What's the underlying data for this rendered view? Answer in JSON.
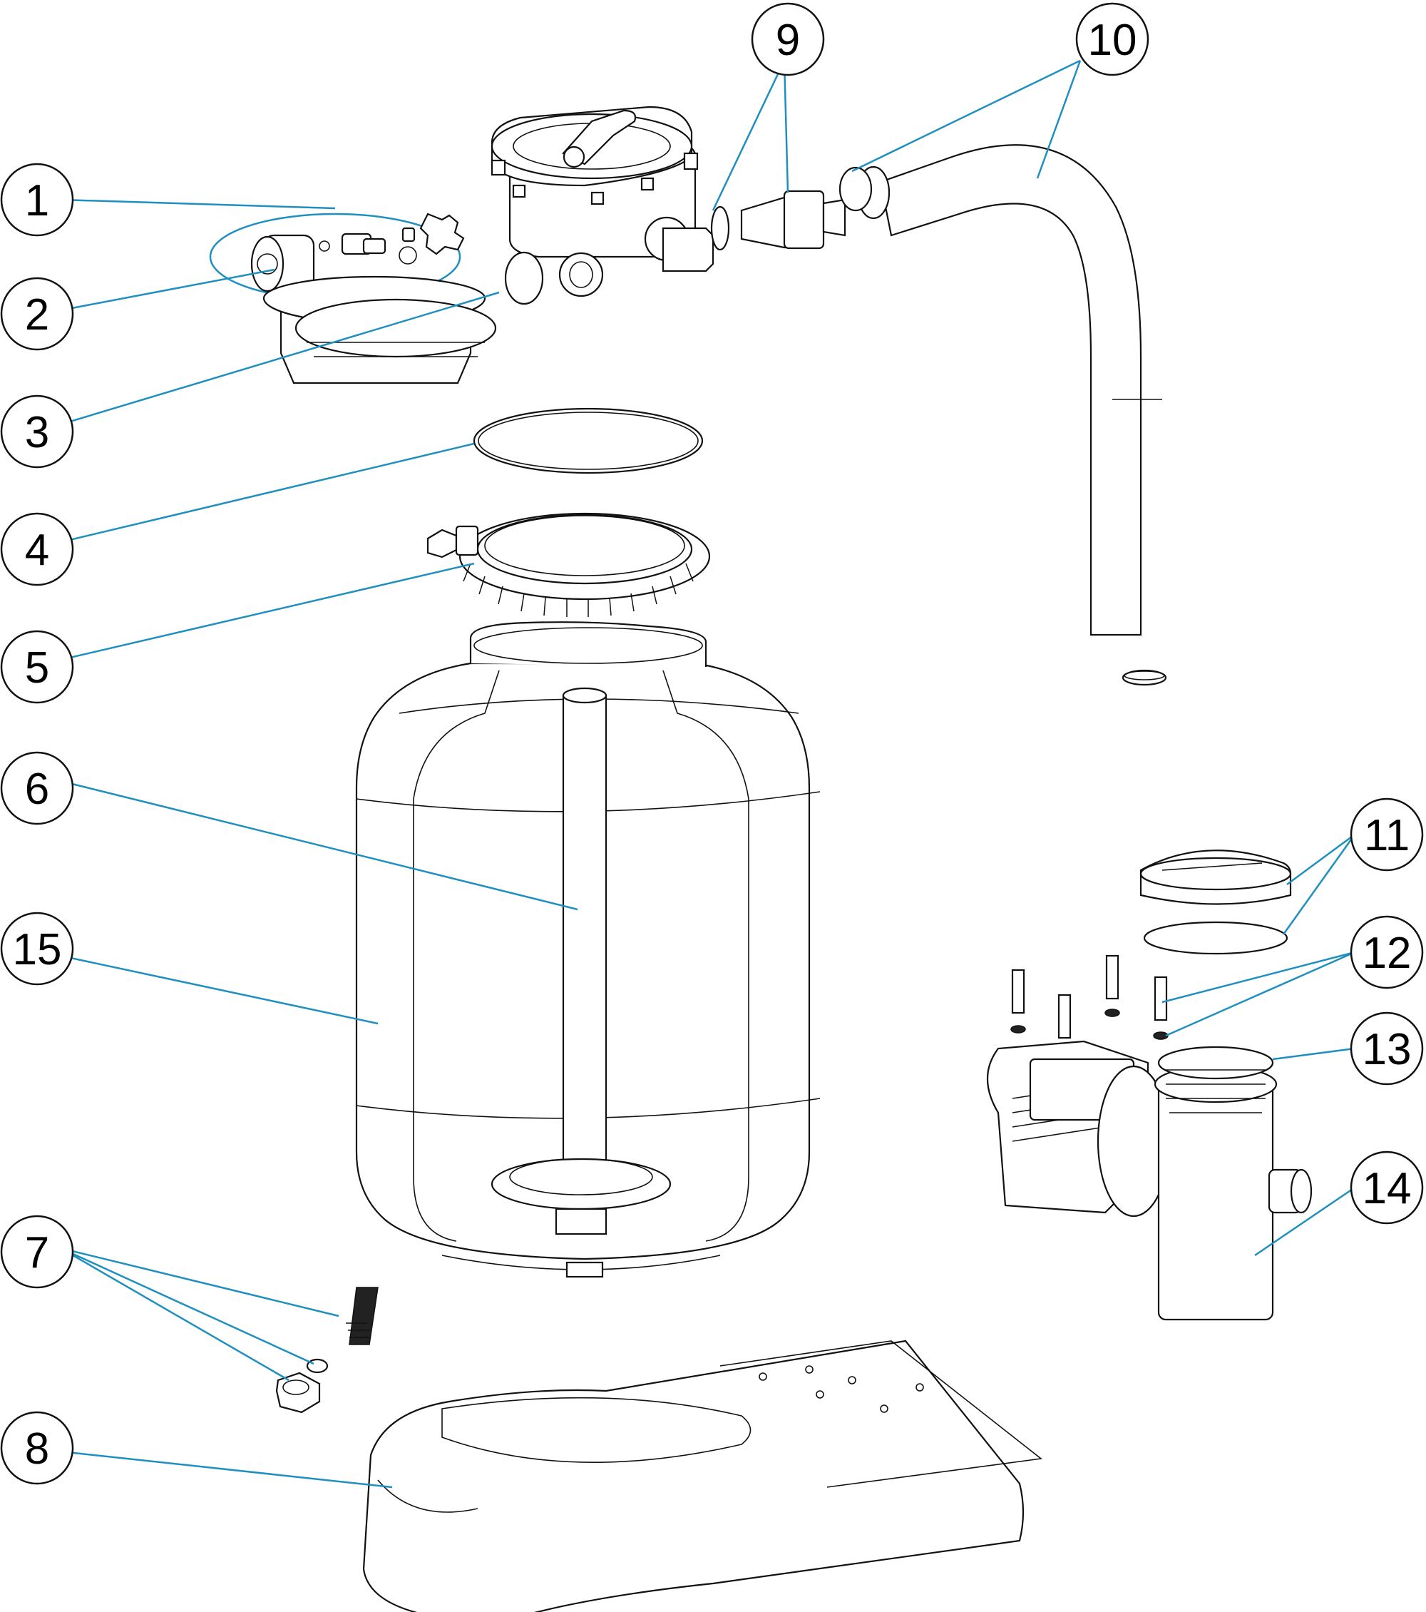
{
  "callouts": [
    {
      "id": "1",
      "label": "1"
    },
    {
      "id": "2",
      "label": "2"
    },
    {
      "id": "3",
      "label": "3"
    },
    {
      "id": "4",
      "label": "4"
    },
    {
      "id": "5",
      "label": "5"
    },
    {
      "id": "6",
      "label": "6"
    },
    {
      "id": "7",
      "label": "7"
    },
    {
      "id": "8",
      "label": "8"
    },
    {
      "id": "9",
      "label": "9"
    },
    {
      "id": "10",
      "label": "10"
    },
    {
      "id": "11",
      "label": "11"
    },
    {
      "id": "12",
      "label": "12"
    },
    {
      "id": "13",
      "label": "13"
    },
    {
      "id": "14",
      "label": "14"
    },
    {
      "id": "15",
      "label": "15"
    }
  ],
  "colors": {
    "leader": "#1f8fbf",
    "outline": "#111111",
    "background": "#ffffff"
  }
}
